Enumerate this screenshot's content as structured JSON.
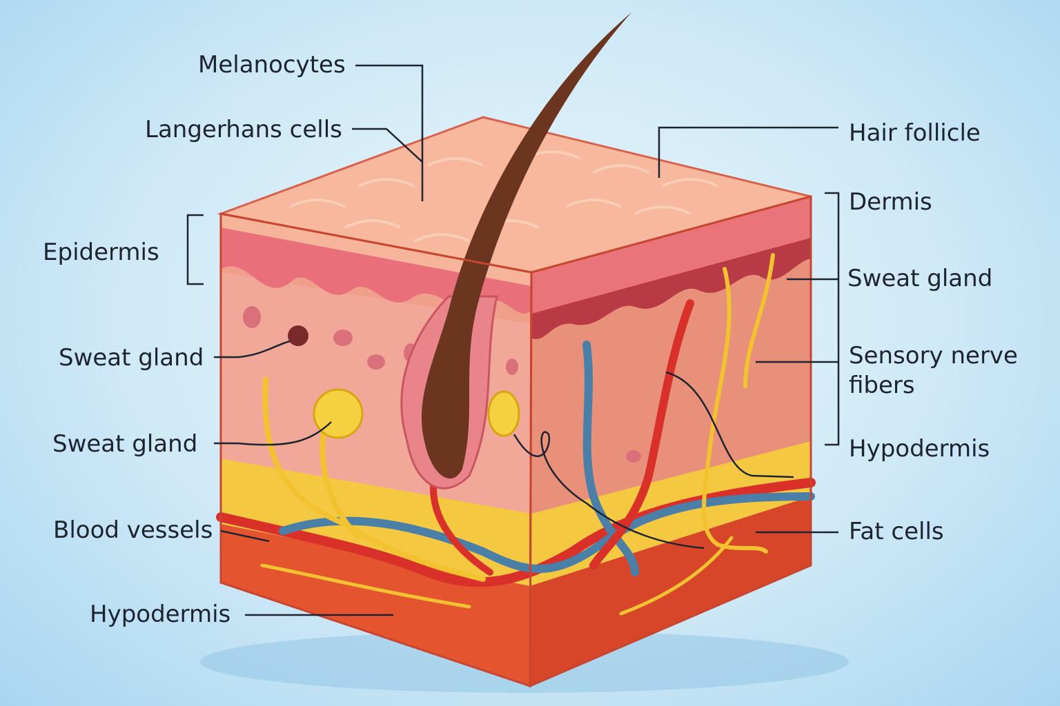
{
  "title": "Skin cross-section diagram",
  "labels": {
    "melanocytes": "Melanocytes",
    "langerhans": "Langerhans cells",
    "epidermis": "Epidermis",
    "sweat_gland_left_1": "Sweat gland",
    "sweat_gland_left_2": "Sweat gland",
    "blood_vessels": "Blood vessels",
    "hypodermis_left": "Hypodermis",
    "hair_follicle": "Hair follicle",
    "dermis": "Dermis",
    "sweat_gland_right": "Sweat gland",
    "sensory_nerve_line1": "Sensory nerve",
    "sensory_nerve_line2": "fibers",
    "hypodermis_right": "Hypodermis",
    "fat_cells": "Fat cells"
  },
  "colors": {
    "epidermis": "#f4a58a",
    "dermis": "#f2a898",
    "fat": "#f5c842",
    "hypodermis": "#e4552f",
    "artery": "#d9302a",
    "vein": "#4a7fa8",
    "nerve": "#f2c230",
    "hair": "#6b3520"
  }
}
